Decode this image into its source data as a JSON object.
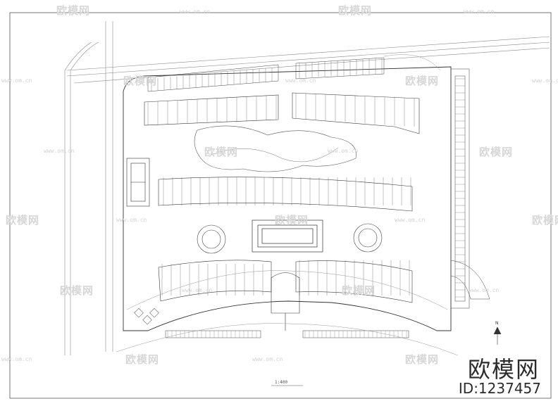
{
  "watermark": {
    "text": "欧模网",
    "url_text": "www.om.cn"
  },
  "brand": {
    "name": "欧模网",
    "id_text": "ID:1237457"
  },
  "drawing": {
    "scale_text": "1:400",
    "north_label": "N"
  },
  "colors": {
    "line": "#3a3a3a",
    "light_line": "#9a9a9a",
    "watermark": "#d7d7d7"
  }
}
